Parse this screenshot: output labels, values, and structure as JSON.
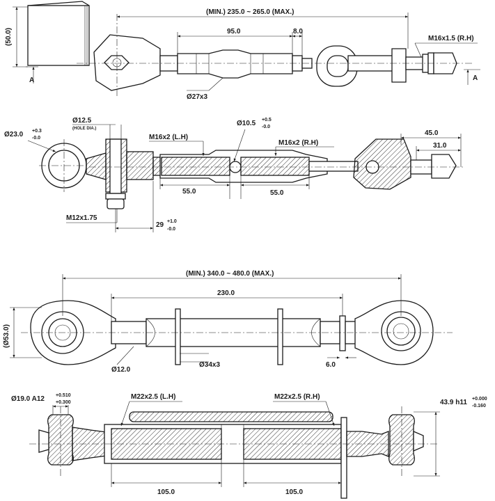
{
  "view1": {
    "overall_length": "(MIN.) 235.0 ~ 265.0 (MAX.)",
    "height": "(50.0)",
    "barrel_length": "95.0",
    "nut_width": "8.0",
    "thread": "M16x1.5 (R.H)",
    "barrel_dia": "Ø27x3",
    "section_mark_left": "A",
    "section_mark_right": "A"
  },
  "view2": {
    "eye_dia_main": "Ø23.0",
    "eye_dia_upper": "+0.3",
    "eye_dia_lower": "-0.0",
    "pin_dia": "Ø12.5",
    "pin_note": "(HOLE DIA.)",
    "thread_left": "M16x2 (L.H)",
    "thread_right": "M16x2 (R.H)",
    "hole_main": "Ø10.5",
    "hole_upper": "+0.5",
    "hole_lower": "-0.0",
    "overall_end": "45.0",
    "inner_end": "31.0",
    "thread_len_left": "55.0",
    "thread_len_right": "55.0",
    "bolt": "M12x1.75",
    "width_main": "29",
    "width_upper": "+1.0",
    "width_lower": "-0.0"
  },
  "view3": {
    "overall_length": "(MIN.) 340.0 ~ 480.0 (MAX.)",
    "barrel_length": "230.0",
    "height": "(Ø53.0)",
    "pin_dia": "Ø12.0",
    "barrel_dia": "Ø34x3",
    "plate": "6.0"
  },
  "view4": {
    "ball_dia_main": "Ø19.0 A12",
    "ball_dia_upper": "+0.510",
    "ball_dia_lower": "+0.300",
    "thread_left": "M22x2.5 (L.H)",
    "thread_right": "M22x2.5 (R.H)",
    "ball_width_main": "43.9 h11",
    "ball_width_upper": "+0.000",
    "ball_width_lower": "-0.160",
    "thread_len_left": "105.0",
    "thread_len_right": "105.0"
  }
}
